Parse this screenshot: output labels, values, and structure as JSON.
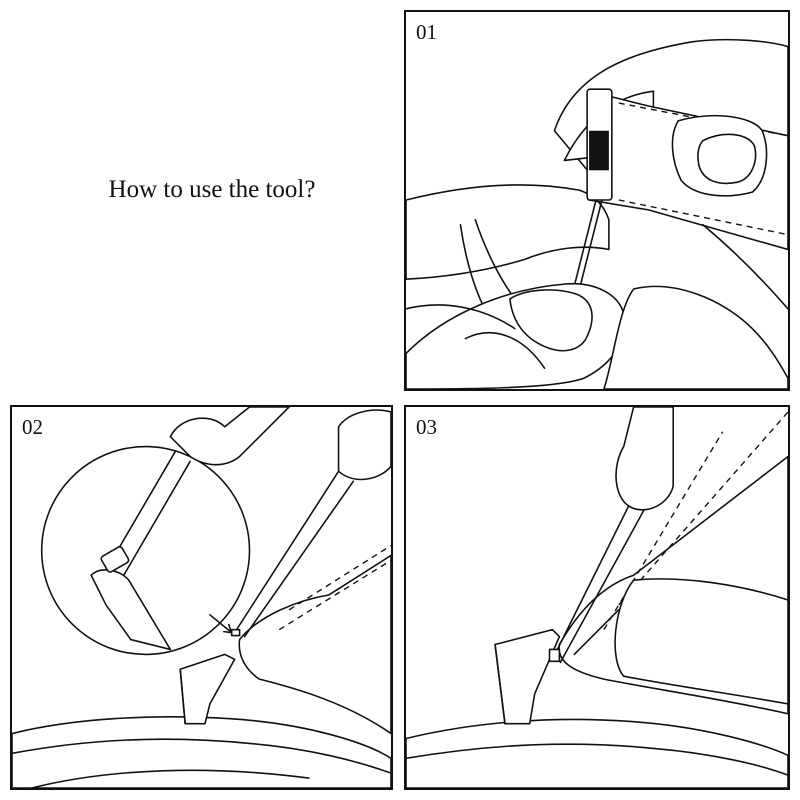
{
  "heading": "How to use the tool?",
  "steps": [
    {
      "number": "01",
      "illustration": "hand-holding-tool-icon"
    },
    {
      "number": "02",
      "illustration": "tool-inserting-pin-icon"
    },
    {
      "number": "03",
      "illustration": "tool-pushing-pin-icon"
    }
  ],
  "colors": {
    "line": "#111111",
    "background": "#ffffff"
  }
}
